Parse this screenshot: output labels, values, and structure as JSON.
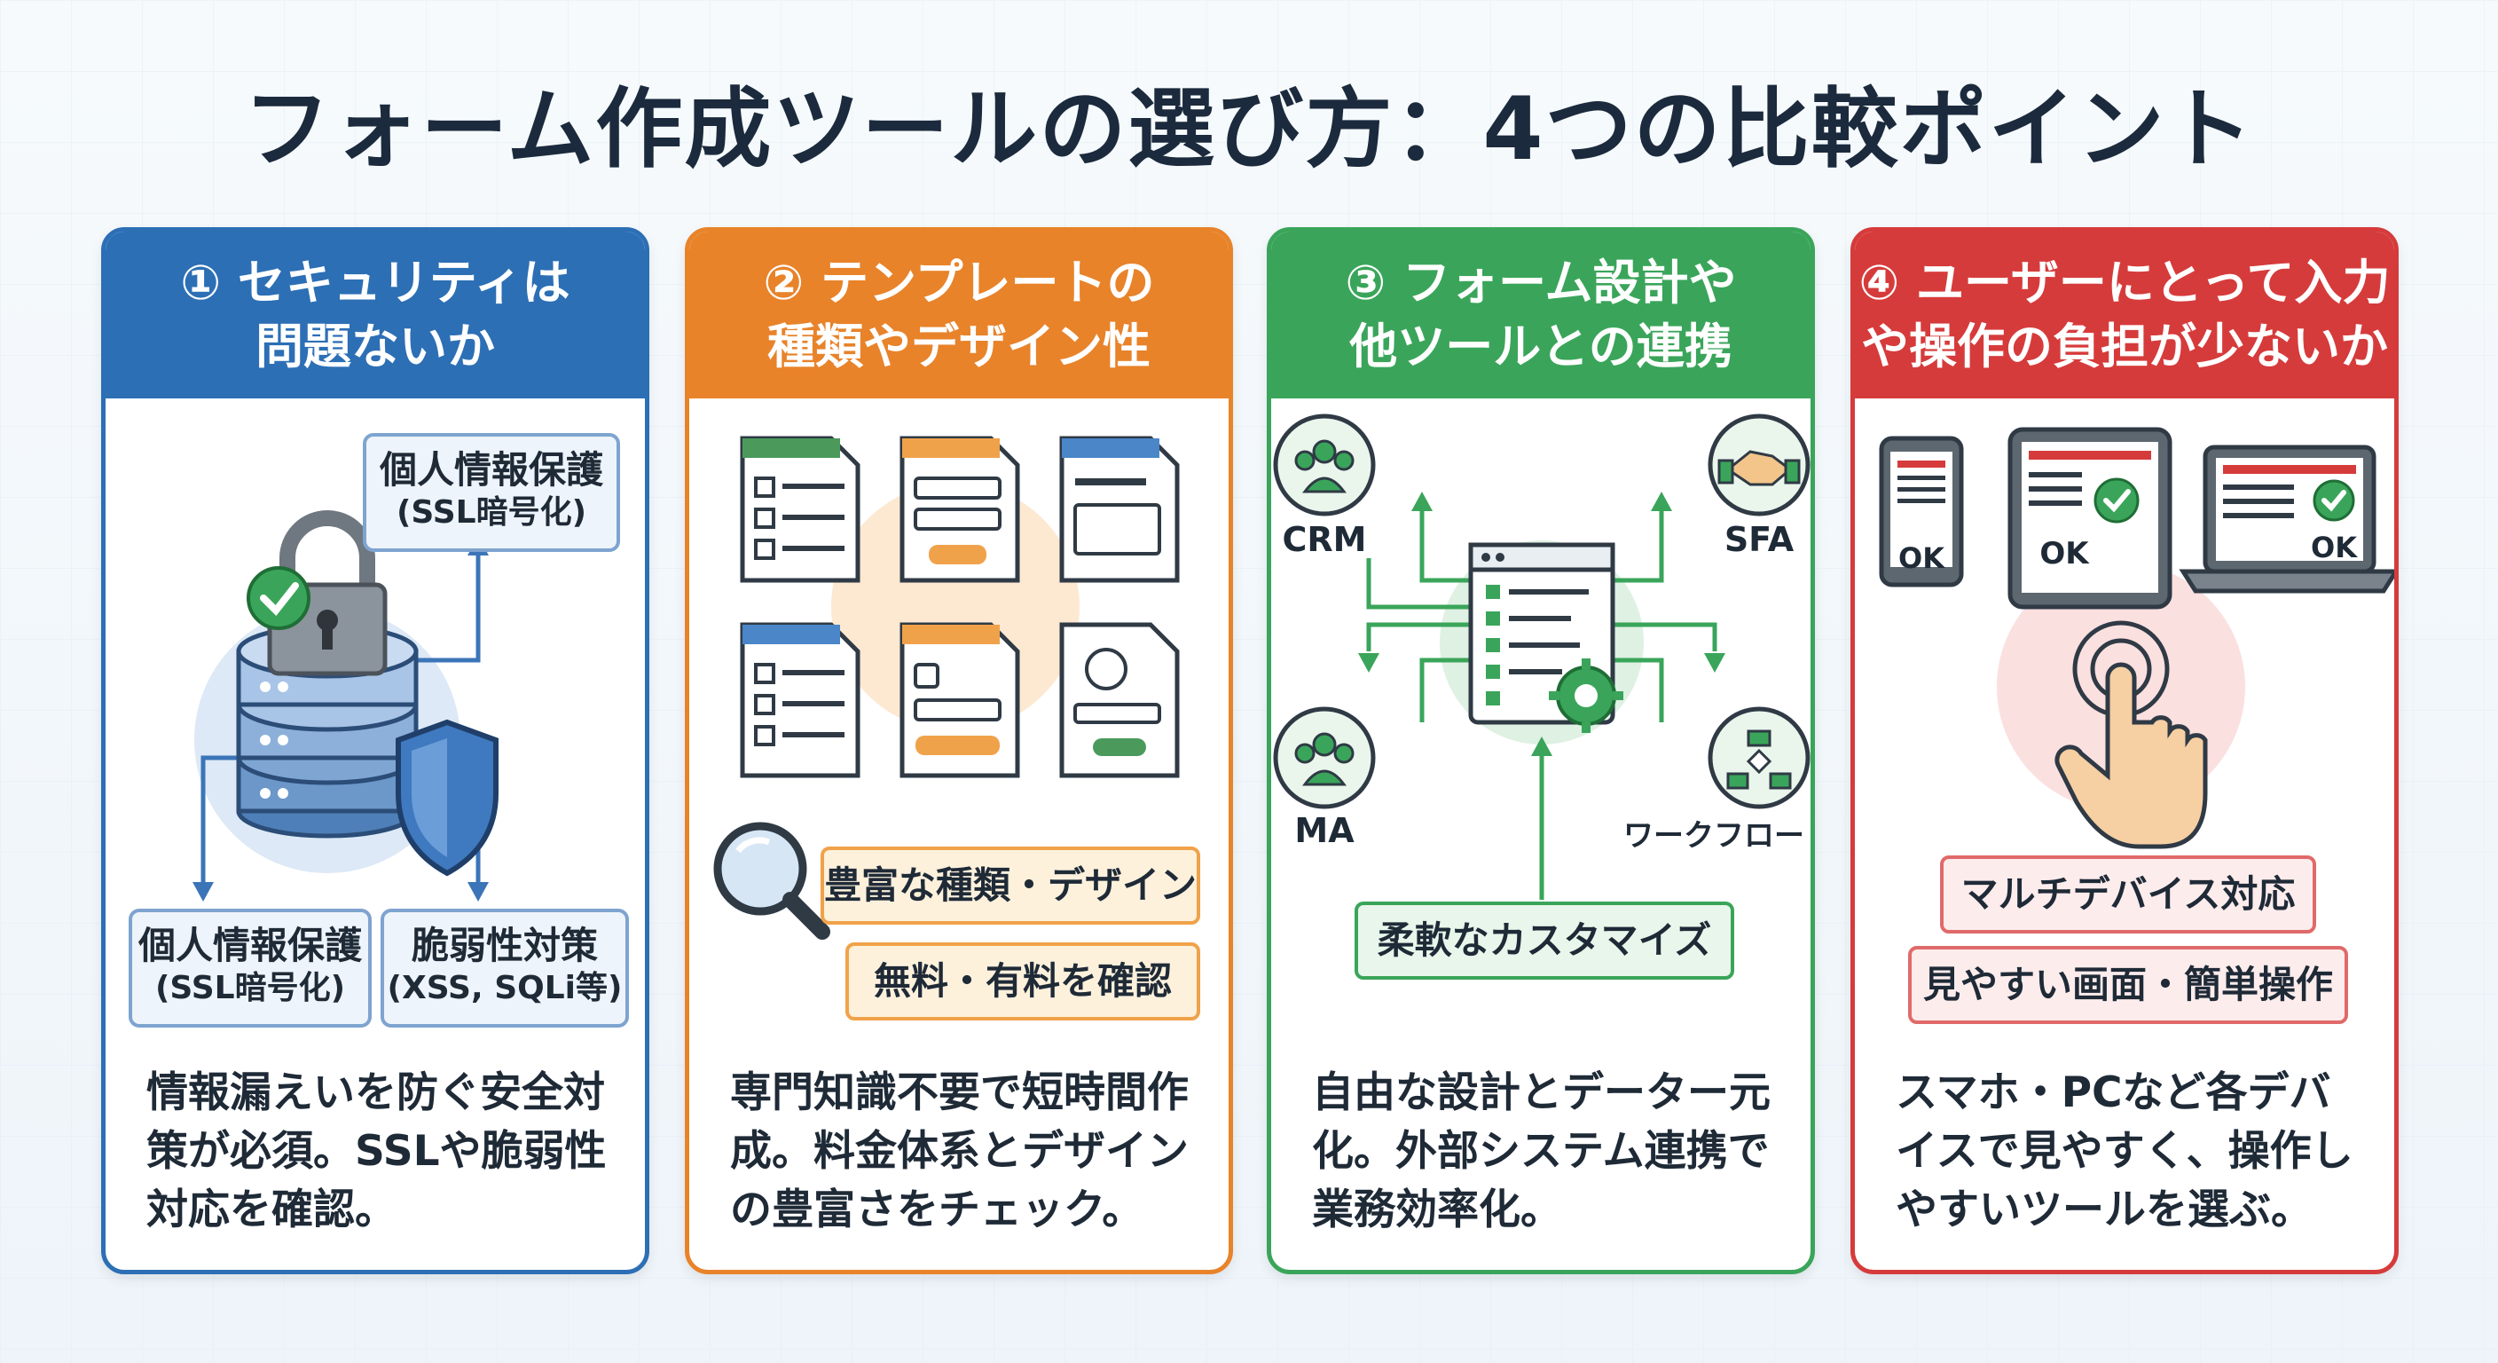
{
  "title": "フォーム作成ツールの選び方：4つの比較ポイント",
  "colors": {
    "blue": "#2c6fb5",
    "orange": "#e8832a",
    "green": "#3aa55a",
    "red": "#d63b3b"
  },
  "cards": [
    {
      "heading_line1": "① セキュリティは",
      "heading_line2": "問題ないか",
      "top_box_line1": "個人情報保護",
      "top_box_line2": "(SSL暗号化)",
      "left_box_line1": "個人情報保護",
      "left_box_line2": "(SSL暗号化)",
      "right_box_line1": "脆弱性対策",
      "right_box_line2": "(XSS, SQLi等)",
      "description": "情報漏えいを防ぐ安全対策が必須。SSLや脆弱性対応を確認。",
      "icons": [
        "padlock-icon",
        "database-icon",
        "shield-icon",
        "checkmark-icon"
      ]
    },
    {
      "heading_line1": "② テンプレートの",
      "heading_line2": "種類やデザイン性",
      "tag1": "豊富な種類・デザイン",
      "tag2": "無料・有料を確認",
      "description": "専門知識不要で短時間作成。料金体系とデザインの豊富さをチェック。",
      "icons": [
        "document-template-icon",
        "magnifier-icon"
      ]
    },
    {
      "heading_line1": "③ フォーム設計や",
      "heading_line2": "他ツールとの連携",
      "node_crm": "CRM",
      "node_sfa": "SFA",
      "node_ma": "MA",
      "node_workflow": "ワークフロー",
      "tag": "柔軟なカスタマイズ",
      "description": "自由な設計とデーター元化。外部システム連携で業務効率化。",
      "icons": [
        "people-icon",
        "handshake-icon",
        "flowchart-icon",
        "form-gear-icon"
      ]
    },
    {
      "heading_line1": "④ ユーザーにとって入力",
      "heading_line2": "や操作の負担が少ないか",
      "ok_phone": "OK",
      "ok_tablet": "OK",
      "ok_laptop": "OK",
      "tag1": "マルチデバイス対応",
      "tag2": "見やすい画面・簡単操作",
      "description": "スマホ・PCなど各デバイスで見やすく、操作しやすいツールを選ぶ。",
      "icons": [
        "smartphone-icon",
        "tablet-icon",
        "laptop-icon",
        "tap-hand-icon"
      ]
    }
  ]
}
